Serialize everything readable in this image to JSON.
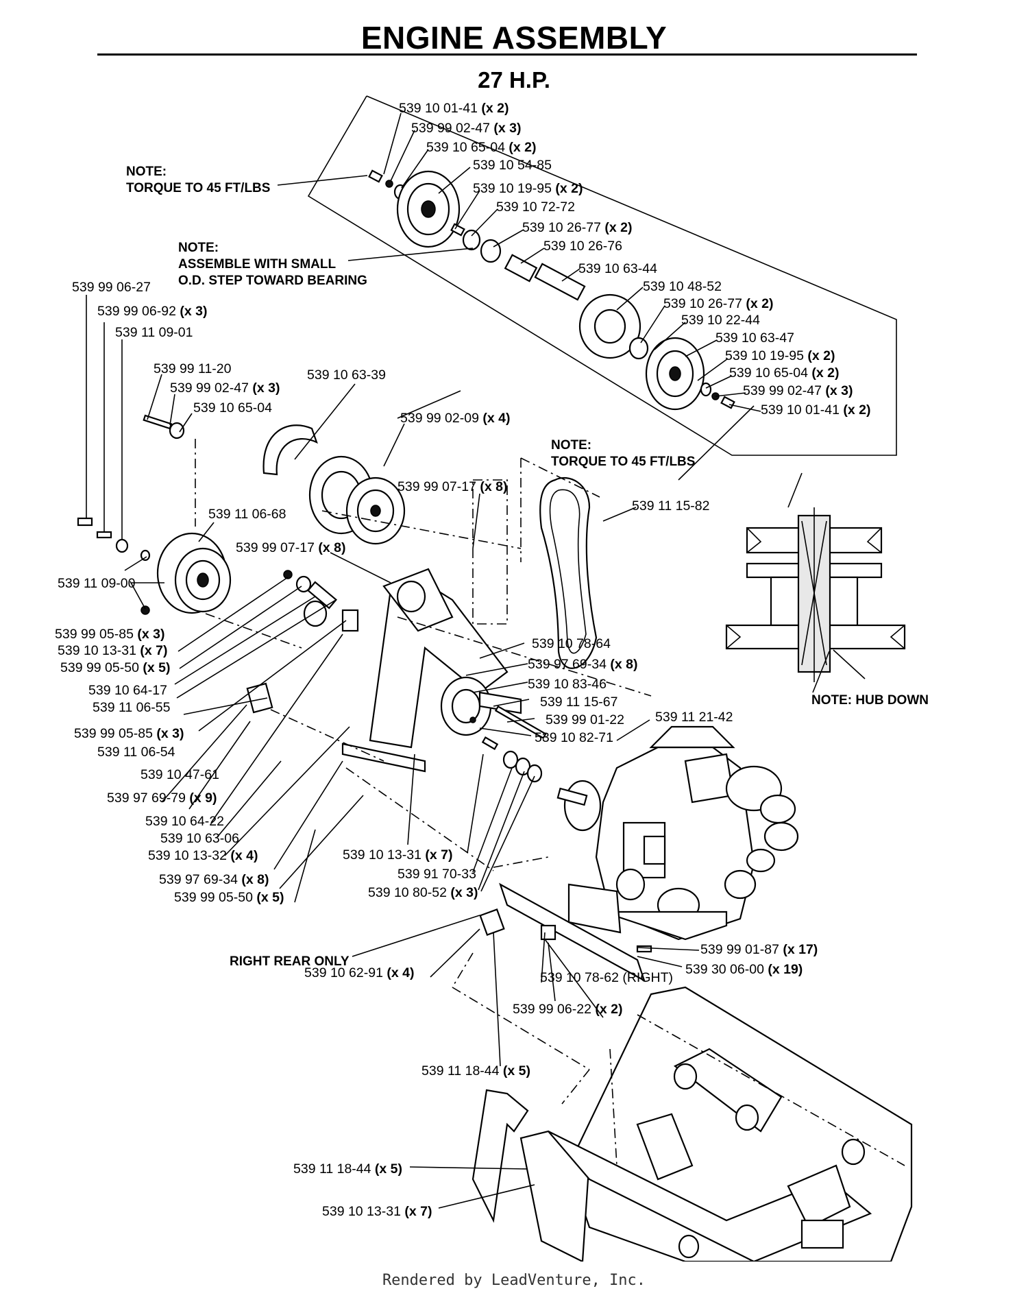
{
  "header": {
    "title": "ENGINE ASSEMBLY",
    "subtitle": "27 H.P."
  },
  "notes": {
    "torque_top_1": "NOTE:",
    "torque_top_2": "TORQUE TO 45 FT/LBS",
    "assemble_1": "NOTE:",
    "assemble_2": "ASSEMBLE WITH SMALL",
    "assemble_3": "O.D. STEP TOWARD BEARING",
    "torque_mid_1": "NOTE:",
    "torque_mid_2": "TORQUE TO 45 FT/LBS",
    "hub_down": "NOTE: HUB DOWN",
    "right_rear": "RIGHT REAR ONLY"
  },
  "callouts": [
    {
      "part": "539 10 01-41",
      "qty": "(x 2)"
    },
    {
      "part": "539 99 02-47",
      "qty": "(x 3)"
    },
    {
      "part": "539 10 65-04",
      "qty": "(x 2)"
    },
    {
      "part": "539 10 54-85",
      "qty": ""
    },
    {
      "part": "539 10 19-95",
      "qty": "(x 2)"
    },
    {
      "part": "539 10 72-72",
      "qty": ""
    },
    {
      "part": "539 10 26-77",
      "qty": "(x 2)"
    },
    {
      "part": "539 10 26-76",
      "qty": ""
    },
    {
      "part": "539 10 63-44",
      "qty": ""
    },
    {
      "part": "539 10 48-52",
      "qty": ""
    },
    {
      "part": "539 10 26-77",
      "qty": "(x 2)"
    },
    {
      "part": "539 10 22-44",
      "qty": ""
    },
    {
      "part": "539 10 63-47",
      "qty": ""
    },
    {
      "part": "539 10 19-95",
      "qty": "(x 2)"
    },
    {
      "part": "539 10 65-04",
      "qty": "(x 2)"
    },
    {
      "part": "539 99 02-47",
      "qty": "(x 3)"
    },
    {
      "part": "539 10 01-41",
      "qty": "(x 2)"
    },
    {
      "part": "539 99 06-27",
      "qty": ""
    },
    {
      "part": "539 99 06-92",
      "qty": "(x 3)"
    },
    {
      "part": "539 11 09-01",
      "qty": ""
    },
    {
      "part": "539 99 11-20",
      "qty": ""
    },
    {
      "part": "539 99 02-47",
      "qty": "(x 3)"
    },
    {
      "part": "539 10 65-04",
      "qty": ""
    },
    {
      "part": "539 10 63-39",
      "qty": ""
    },
    {
      "part": "539 99 02-09",
      "qty": "(x 4)"
    },
    {
      "part": "539 99 07-17",
      "qty": "(x 8)"
    },
    {
      "part": "539 11 15-82",
      "qty": ""
    },
    {
      "part": "539 11 06-68",
      "qty": ""
    },
    {
      "part": "539 99 07-17",
      "qty": "(x 8)"
    },
    {
      "part": "539 11 09-00",
      "qty": ""
    },
    {
      "part": "539 99 05-85",
      "qty": "(x 3)"
    },
    {
      "part": "539 10 13-31",
      "qty": "(x 7)"
    },
    {
      "part": "539 99 05-50",
      "qty": "(x 5)"
    },
    {
      "part": "539 10 64-17",
      "qty": ""
    },
    {
      "part": "539 11 06-55",
      "qty": ""
    },
    {
      "part": "539 10 78-64",
      "qty": ""
    },
    {
      "part": "539 97 69-34",
      "qty": "(x 8)"
    },
    {
      "part": "539 10 83-46",
      "qty": ""
    },
    {
      "part": "539 11 15-67",
      "qty": ""
    },
    {
      "part": "539 99 01-22",
      "qty": ""
    },
    {
      "part": "539 11 21-42",
      "qty": ""
    },
    {
      "part": "539 10 82-71",
      "qty": ""
    },
    {
      "part": "539 99 05-85",
      "qty": "(x 3)"
    },
    {
      "part": "539 11 06-54",
      "qty": ""
    },
    {
      "part": "539 10 47-61",
      "qty": ""
    },
    {
      "part": "539 97 69-79",
      "qty": "(x 9)"
    },
    {
      "part": "539 10 64-22",
      "qty": ""
    },
    {
      "part": "539 10 63-06",
      "qty": ""
    },
    {
      "part": "539 10 13-32",
      "qty": "(x 4)"
    },
    {
      "part": "539 97 69-34",
      "qty": "(x 8)"
    },
    {
      "part": "539 99 05-50",
      "qty": "(x 5)"
    },
    {
      "part": "539 10 13-31",
      "qty": "(x 7)"
    },
    {
      "part": "539 91 70-33",
      "qty": ""
    },
    {
      "part": "539 10 80-52",
      "qty": "(x 3)"
    },
    {
      "part": "539 99 01-87",
      "qty": "(x 17)"
    },
    {
      "part": "539 30 06-00",
      "qty": "(x 19)"
    },
    {
      "part": "539 10 62-91",
      "qty": "(x 4)"
    },
    {
      "part": "539 10 78-62 (RIGHT)",
      "qty": ""
    },
    {
      "part": "539 99 06-22",
      "qty": "(x 2)"
    },
    {
      "part": "539 11 18-44",
      "qty": "(x 5)"
    },
    {
      "part": "539 11 18-44",
      "qty": "(x 5)"
    },
    {
      "part": "539 10 13-31",
      "qty": "(x 7)"
    }
  ],
  "footer": {
    "credit": "Rendered by LeadVenture, Inc."
  }
}
